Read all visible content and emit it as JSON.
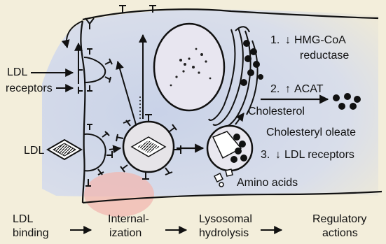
{
  "labels": {
    "ldl_receptors_line1": "LDL",
    "ldl_receptors_line2": "receptors",
    "ldl": "LDL",
    "step1_number": "1.",
    "step1_text_line1": "HMG-CoA",
    "step1_text_line2": "reductase",
    "step2_number": "2.",
    "step2_text": "ACAT",
    "step3_number": "3.",
    "step3_text": "LDL receptors",
    "cholesterol": "Cholesterol",
    "cholesteryl_oleate": "Cholesteryl oleate",
    "amino_acids": "Amino acids"
  },
  "stages": [
    {
      "line1": "LDL",
      "line2": "binding"
    },
    {
      "line1": "Internal-",
      "line2": "ization"
    },
    {
      "line1": "Lysosomal",
      "line2": "hydrolysis"
    },
    {
      "line1": "Regulatory",
      "line2": "actions"
    }
  ],
  "colors": {
    "background": "#f3eedb",
    "cell_tint": "#cdd6ec",
    "highlight": "#f2b7b0",
    "ink": "#111111"
  }
}
